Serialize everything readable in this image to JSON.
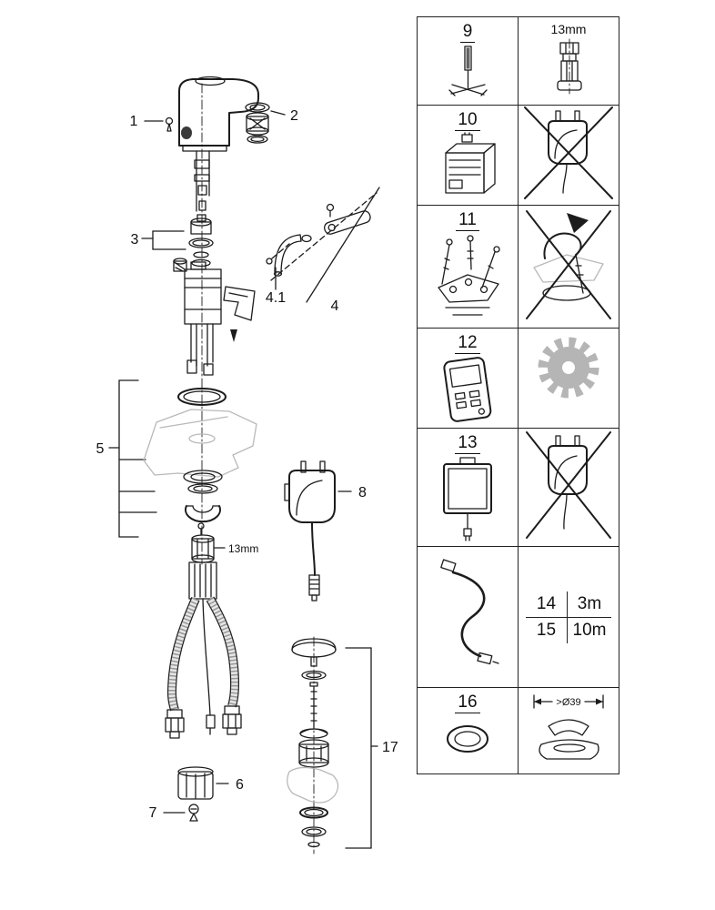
{
  "colors": {
    "line": "#1c1c1c",
    "ghost_gray": "#b9b9b9",
    "gear_gray": "#b5b5b5"
  },
  "diagram_callouts": {
    "n1": "1",
    "n2": "2",
    "n3": "3",
    "n4": "4",
    "n4_1": "4.1",
    "n5": "5",
    "n6": "6",
    "n7": "7",
    "n8": "8",
    "n13mm": "13mm",
    "n17": "17"
  },
  "parts_table": {
    "rows": [
      {
        "left_num": "9",
        "right_label": "13mm"
      },
      {
        "left_num": "10"
      },
      {
        "left_num": "11"
      },
      {
        "left_num": "12"
      },
      {
        "left_num": "13"
      },
      {
        "variants": [
          {
            "num": "14",
            "length": "3m"
          },
          {
            "num": "15",
            "length": "10m"
          }
        ]
      },
      {
        "left_num": "16",
        "right_label": ">Ø39"
      }
    ]
  },
  "illustrations": {
    "main": "faucet-exploded-view",
    "row1_left": "service-tool-icon",
    "row1_right": "socket-13mm-icon",
    "row2_left": "battery-box-icon",
    "row2_right": "power-adapter-crossed-icon",
    "row3_left": "mounting-set-icon",
    "row3_right": "installation-crossed-icon",
    "row4_left": "remote-control-icon",
    "row4_right": "gear-icon",
    "row5_left": "control-box-icon",
    "row5_right": "power-adapter-crossed-icon",
    "row6_left": "extension-cable-icon",
    "row7_left": "o-ring-icon",
    "row7_right": "wall-holder-min-diameter-icon"
  }
}
